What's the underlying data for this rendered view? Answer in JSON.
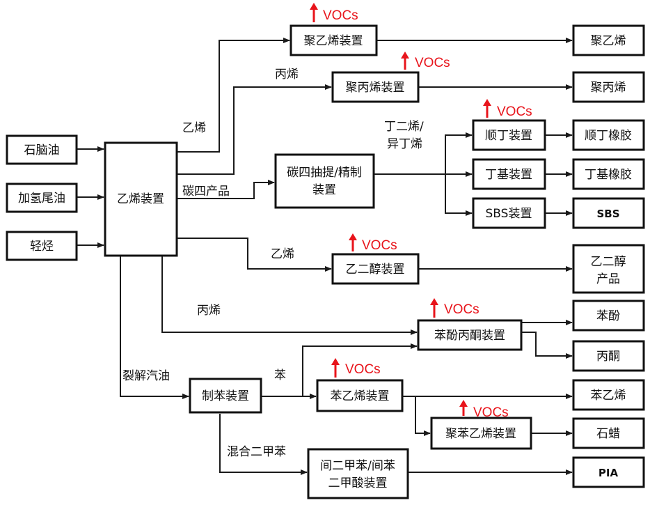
{
  "colors": {
    "voc": "#e8141b",
    "line": "#1a1a1a",
    "box_stroke": "#111111"
  },
  "voc_label": "VOCs",
  "feeds": {
    "naphtha": "石脑油",
    "hydro_tail_oil": "加氢尾油",
    "light_hydrocarbon": "轻烃"
  },
  "units": {
    "ethylene_plant": "乙烯装置",
    "pe_plant": "聚乙烯装置",
    "pp_plant": "聚丙烯装置",
    "c4_plant_line1": "碳四抽提/精制",
    "c4_plant_line2": "装置",
    "br_plant": "顺丁装置",
    "iir_plant": "丁基装置",
    "sbs_plant": "SBS装置",
    "eg_plant": "乙二醇装置",
    "phenol_plant": "苯酚丙酮装置",
    "benzene_plant": "制苯装置",
    "sm_plant": "苯乙烯装置",
    "ps_plant": "聚苯乙烯装置",
    "pia_plant_line1": "间二甲苯/间苯",
    "pia_plant_line2": "二甲酸装置"
  },
  "products": {
    "pe": "聚乙烯",
    "pp": "聚丙烯",
    "br": "顺丁橡胶",
    "iir": "丁基橡胶",
    "sbs": "SBS",
    "eg_line1": "乙二醇",
    "eg_line2": "产品",
    "phenol": "苯酚",
    "acetone": "丙酮",
    "styrene": "苯乙烯",
    "wax": "石蜡",
    "pia": "PIA"
  },
  "stream_labels": {
    "ethylene_top": "乙烯",
    "propylene_top": "丙烯",
    "c4_products": "碳四产品",
    "butadiene_line1": "丁二烯/",
    "butadiene_line2": "异丁烯",
    "ethylene_mid": "乙烯",
    "propylene_mid": "丙烯",
    "pyrolysis_gasoline": "裂解汽油",
    "benzene": "苯",
    "mixed_xylene": "混合二甲苯"
  }
}
